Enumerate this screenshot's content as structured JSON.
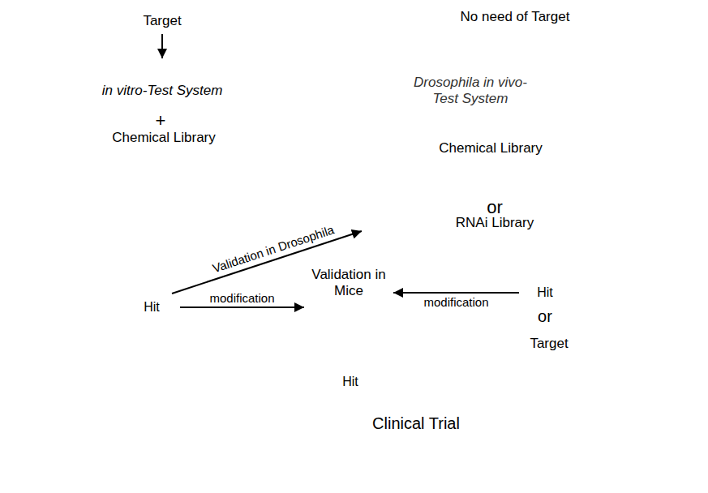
{
  "diagram": {
    "nodes": [
      {
        "text": [
          "+",
          "Chemical Library"
        ]
      },
      {
        "text": [
          "Target"
        ],
        "in": 0
      },
      {
        "text": [
          "in vitro-Test System"
        ],
        "in": 0
      },
      {
        "text": [
          "No need of Target",
          "Chemical Library",
          "or",
          "RNAi Library"
        ]
      },
      {
        "text": [
          "Drosophila in vivo-Test System"
        ],
        "in": 3
      },
      {
        "text": [
          "Hit"
        ]
      },
      {
        "text": [
          "Validation in Mice"
        ]
      },
      {
        "text": [
          "Hit"
        ]
      },
      {
        "text": [
          "Target"
        ]
      },
      {
        "text": [
          "Hit"
        ]
      },
      {
        "text": [
          "Clinical Trial"
        ]
      }
    ],
    "edges": [
      {
        "from": 1,
        "to": 2,
        "arrow": "to"
      },
      {
        "from": 5,
        "to": 3,
        "label": "Validation in Drosophila",
        "arrow": "to"
      },
      {
        "from": 5,
        "to": 6,
        "label": "modification",
        "arrow": "to"
      },
      {
        "from": 7,
        "to": 6,
        "label": "modification",
        "arrow": "to"
      }
    ],
    "labels": [
      "or"
    ]
  }
}
